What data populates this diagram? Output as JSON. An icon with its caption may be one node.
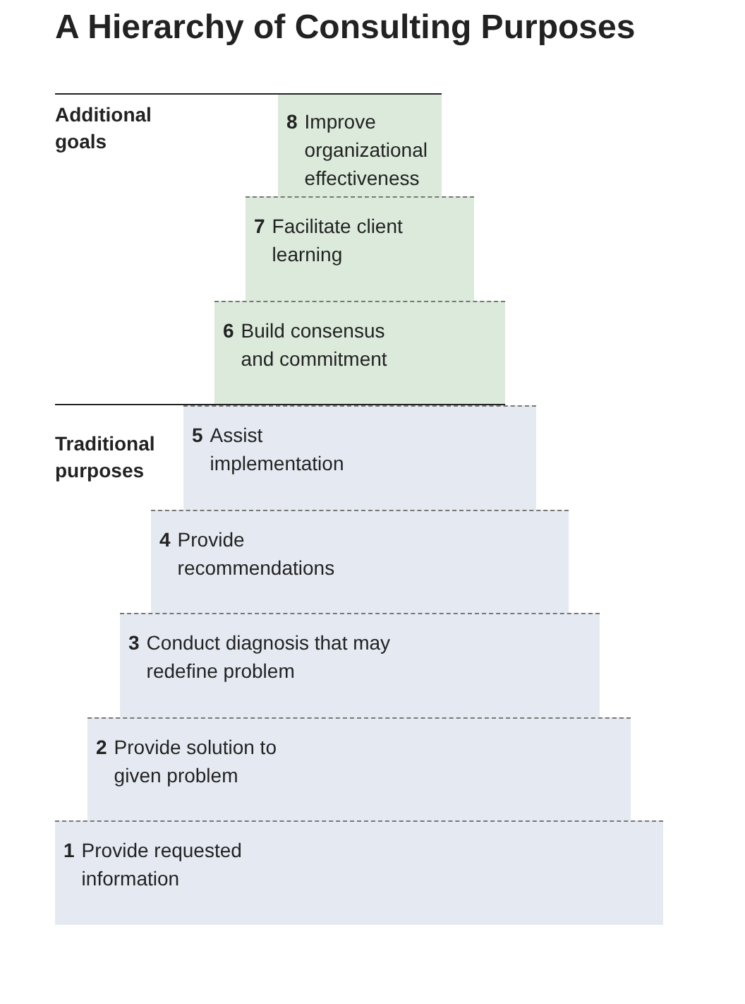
{
  "diagram": {
    "title": "A Hierarchy of Consulting Purposes",
    "nodes": [
      {
        "text": [
          "8",
          "Improve organizational effectiveness"
        ]
      },
      {
        "text": [
          "7",
          "Facilitate client learning"
        ]
      },
      {
        "text": [
          "6",
          "Build consensus and commitment"
        ]
      },
      {
        "text": [
          "5",
          "Assist implementation"
        ]
      },
      {
        "text": [
          "4",
          "Provide recommendations"
        ]
      },
      {
        "text": [
          "3",
          "Conduct diagnosis that may redefine problem"
        ]
      },
      {
        "text": [
          "2",
          "Provide solution to given problem"
        ]
      },
      {
        "text": [
          "1",
          "Provide requested information"
        ]
      }
    ],
    "labels": [
      "Additional goals",
      "Traditional purposes"
    ]
  }
}
